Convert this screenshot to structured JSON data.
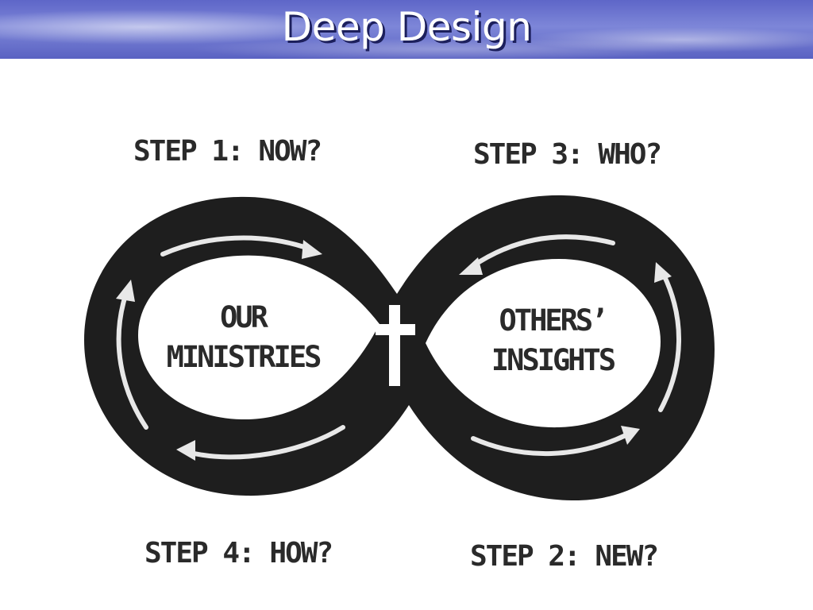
{
  "slide": {
    "title": "Deep Design"
  },
  "diagram": {
    "steps": {
      "step1": "STEP 1: NOW?",
      "step2": "STEP 2: NEW?",
      "step3": "STEP 3: WHO?",
      "step4": "STEP 4: HOW?"
    },
    "left_loop": {
      "line1": "OUR",
      "line2": "MINISTRIES"
    },
    "right_loop": {
      "line1": "OTHERS’",
      "line2": "INSIGHTS"
    },
    "center_icon": "cross-icon",
    "colors": {
      "band": "#1e1e1e",
      "arrow": "#e8e8e8",
      "text": "#2a2a2a",
      "title_bar": "#6a72cf"
    }
  }
}
